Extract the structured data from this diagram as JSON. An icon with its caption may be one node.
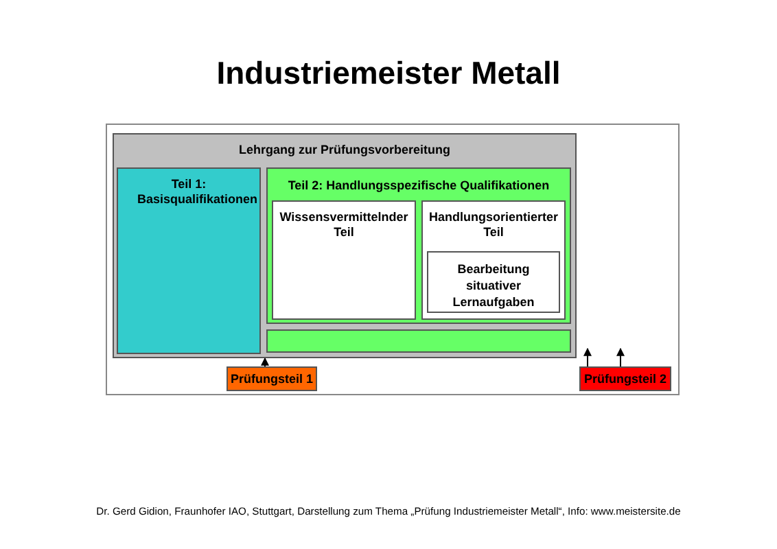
{
  "diagram": {
    "title": "Industriemeister Metall",
    "caption": "Dr. Gerd Gidion, Fraunhofer IAO, Stuttgart, Darstellung zum Thema „Prüfung Industriemeister Metall“, Info: www.meistersite.de",
    "nodes": [
      {
        "text": [
          "Lehrgang zur Prüfungsvorbereitung"
        ]
      },
      {
        "text": [
          "Teil 1: Basisqualifikationen"
        ],
        "in": 0
      },
      {
        "text": [
          "Teil 2: Handlungsspezifische Qualifikationen"
        ],
        "in": 0
      },
      {
        "text": [
          "Wissensvermittelnder Teil"
        ],
        "in": 2
      },
      {
        "text": [
          "Handlungsorientierter Teil"
        ],
        "in": 2
      },
      {
        "text": [
          "Bearbeitung situativer Lernaufgaben"
        ],
        "in": 4
      },
      {
        "text": [],
        "shape": "bar",
        "in": 0
      },
      {
        "text": [
          "Prüfungsteil 1"
        ]
      },
      {
        "text": [
          "Prüfungsteil 2"
        ]
      }
    ],
    "edges": [
      {
        "from": 7,
        "to": 0,
        "arrow": "to"
      },
      {
        "from": 8,
        "to": null,
        "arrow": "to"
      },
      {
        "from": 8,
        "to": null,
        "arrow": "to"
      }
    ]
  }
}
